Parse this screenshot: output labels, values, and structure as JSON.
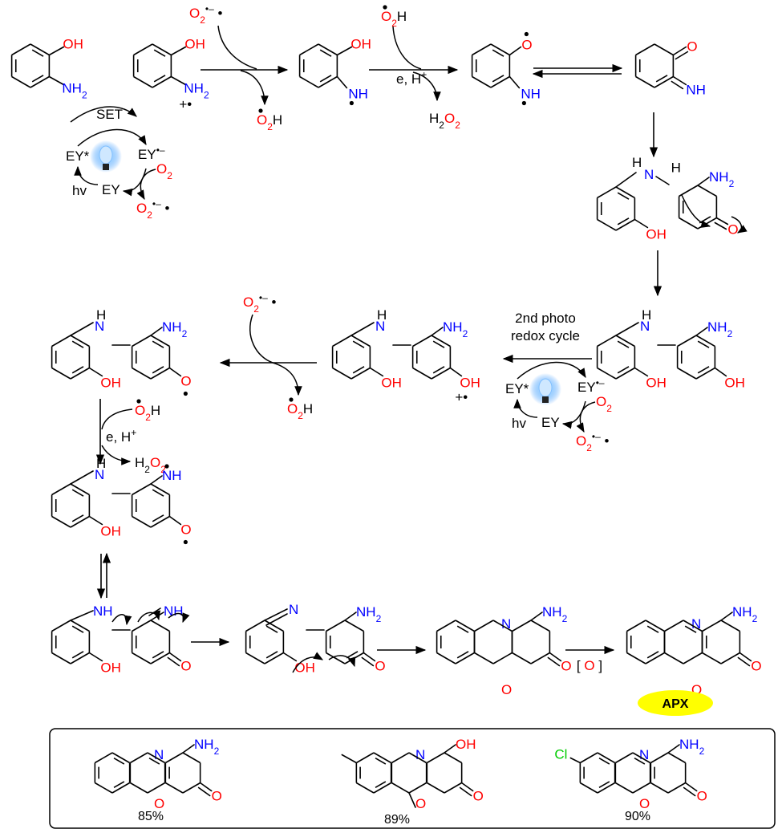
{
  "colors": {
    "bond": "#000000",
    "oxygen": "#ff0000",
    "nitrogen": "#0000ff",
    "chlorine": "#00cc00",
    "apx_badge": "#ffff00",
    "bulb_glow": "#5aa9ff"
  },
  "labels": {
    "oh": "OH",
    "nh2": "NH",
    "nh2_sub": "2",
    "nh": "NH",
    "h": "H",
    "n": "N",
    "o": "O",
    "radical_cation": "+•",
    "superoxide": "O",
    "superoxide_sub": "2",
    "superoxide_sup": "•–",
    "superoxide_dot": "•",
    "hydroperoxyl": "O",
    "hydroperoxyl_sub": "2",
    "hydroperoxyl_h": "H",
    "h2o2_a": "H",
    "h2o2_b": "2",
    "h2o2_c": "O",
    "h2o2_d": "2",
    "e_h": "e, H",
    "e_h_sup": "+",
    "set": "SET",
    "ey_star": "EY*",
    "ey_rad": "EY",
    "ey_rad_sup": "•–",
    "ey": "EY",
    "hv": "hv",
    "o2": "O",
    "o2_sub": "2",
    "second_cycle_1": "2nd photo",
    "second_cycle_2": "redox cycle",
    "oxidation": "[ O ]",
    "oxidation_o": "O",
    "cl": "Cl",
    "product_name": "APX"
  },
  "yields": [
    "85%",
    "89%",
    "90%"
  ]
}
